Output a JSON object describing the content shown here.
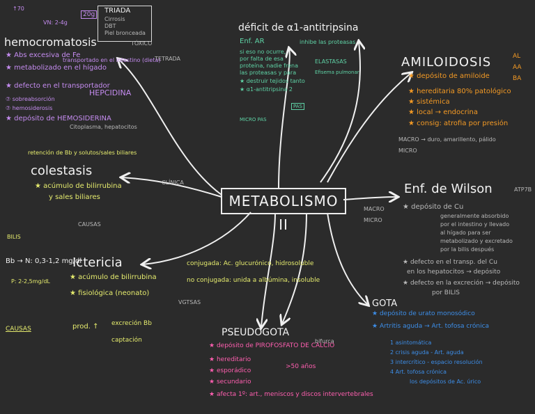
{
  "center": {
    "title": "METABOLISMO II"
  },
  "hemocromatosis": {
    "heading": "hemocromatosis",
    "sat": "↑70",
    "vn": "VN: 2-4g",
    "value": "20g",
    "triada": "TRIADA",
    "triada_items": [
      "Cirrosis",
      "DBT",
      "Piel bronceada"
    ],
    "toxico": "TÓXICO",
    "tetrada": "TETRADA",
    "items": [
      "Abs excesiva de Fe",
      "metabolizado en el hígado",
      "transportado en el intestino (dieta)",
      "defecto en el transportador",
      "HEPCIDINA",
      "sobreabsorción",
      "hemosiderosis",
      "depósito de HEMOSIDERINA",
      "Citoplasma, hepatocitos"
    ]
  },
  "deficit": {
    "heading": "déficit de α1-antitripsina",
    "enf": "Enf. AR",
    "inhibe": "inhibe las proteasas",
    "lines": [
      "si eso no ocurre,",
      "por falta de esa",
      "proteína, nadie frena",
      "las proteasas y para",
      "destruir tejidos tanto",
      "α1-antitripsina 2"
    ],
    "elastasas": "ELASTASAS",
    "efisema": "Efisema pulmonar",
    "pas": "PAS",
    "micro": "MICRO PAS"
  },
  "amiloidosis": {
    "heading": "AMILOIDOSIS",
    "tags": [
      "AL",
      "AA",
      "BA"
    ],
    "items": [
      "depósito de amiloide",
      "hereditaria 80% patológico",
      "sistémica",
      "local → endocrina",
      "consig: atrofia por presión"
    ],
    "macro": "MACRO → duro, amarillento, pálido",
    "micro": "MICRO"
  },
  "colestasis": {
    "heading": "colestasis",
    "items": [
      "acúmulo de bilirrubina",
      "y sales biliares"
    ],
    "extra": [
      "retención de Bb y solutos/sales biliares",
      "CLÍNICA",
      "CAUSAS"
    ]
  },
  "wilson": {
    "heading": "Enf. de Wilson",
    "atp": "ATP7B",
    "items": [
      "depósito de Cu",
      "generalmente absorbido",
      "por el intestino y llevado",
      "al hígado para ser",
      "metabolizado y excretado",
      "por la bilis después",
      "defecto en el transp. del Cu",
      "en los hepatocitos → depósito",
      "defecto en la excreción → depósito",
      "por BILIS"
    ],
    "macro": "MACRO",
    "micro": "MICRO"
  },
  "ictericia": {
    "heading": "Ictericia",
    "bb": "Bb → N: 0,3-1,2 mg/dl",
    "bilis": "BILIS",
    "range": "P: 2-2,5mg/dL",
    "items": [
      "acúmulo de bilirrubina",
      "fisiológica (neonato)",
      "prod. ↑",
      "excreción Bb",
      "captación"
    ],
    "conjugada": "conjugada: Ac. glucurónico, hidrosoluble",
    "no_conjugada": "no conjugada: unida a albúmina, insoluble",
    "vgtas": "VGTSAS",
    "causas": "CAUSAS"
  },
  "gota": {
    "heading": "GOTA",
    "items": [
      "depósito de urato monosódico",
      "Artritis aguda → Art. tofosa crónica",
      "1 asintomática",
      "2 crisis aguda - Art. aguda",
      "3 intercrítico - espacio resolución",
      "4 Art. tofosa crónica",
      "los depósitos de Ac. úrico"
    ]
  },
  "pseudogota": {
    "heading": "PSEUDOGOTA",
    "items": [
      "depósito de PIROFOSFATO DE CALCIO",
      "hereditario",
      "esporádico",
      "secundario",
      "afecta 1º: art., meniscos y discos intervertebrales"
    ],
    "age": ">50 años",
    "bifurca": "bifurca"
  }
}
